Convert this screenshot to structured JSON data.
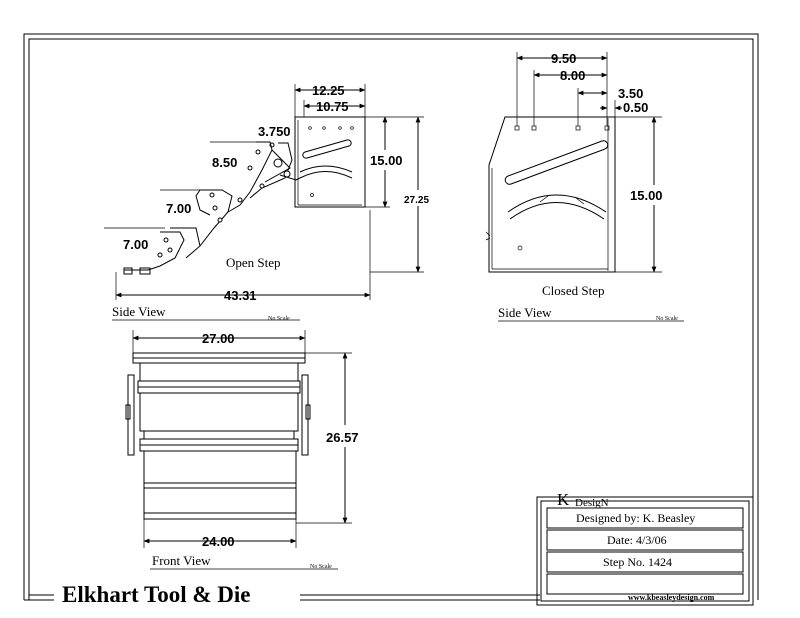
{
  "company": "Elkhart Tool & Die",
  "website": "www.kbeasleydesign.com",
  "logo": {
    "k": "K",
    "design": "DesigN"
  },
  "title_block": {
    "designed_by": "Designed by: K. Beasley",
    "date": "Date: 4/3/06",
    "step_no": "Step No. 1424"
  },
  "views": {
    "side_open": {
      "caption": "Open Step",
      "view_label": "Side View",
      "scale_note": "No Scale",
      "dims": {
        "top_width": "12.25",
        "inner_width": "10.75",
        "step_rise_top": "3.750",
        "rise_1": "8.50",
        "rise_2": "7.00",
        "rise_3": "7.00",
        "height": "15.00",
        "total_height": "27.25",
        "total_length": "43.31"
      }
    },
    "side_closed": {
      "caption": "Closed Step",
      "view_label": "Side View",
      "scale_note": "No Scale",
      "dims": {
        "w1": "9.50",
        "w2": "8.00",
        "w3": "3.50",
        "w4": "0.50",
        "height": "15.00"
      }
    },
    "front": {
      "view_label": "Front View",
      "scale_note": "No Scale",
      "dims": {
        "top_width": "27.00",
        "height": "26.57",
        "bottom_width": "24.00"
      }
    }
  }
}
